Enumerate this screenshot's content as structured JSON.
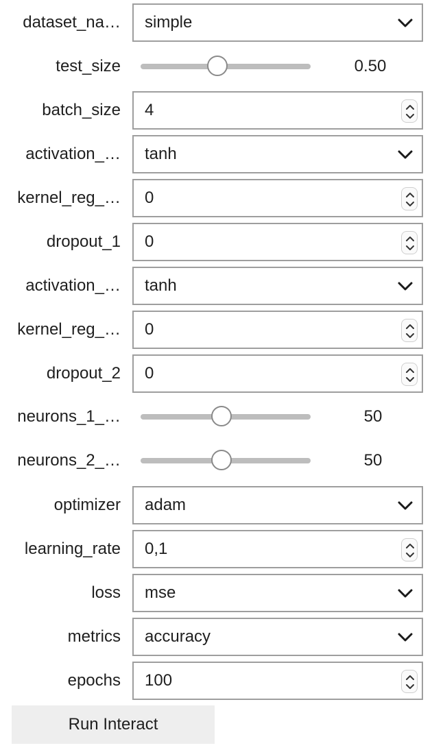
{
  "widgets": {
    "dataset_name": {
      "label": "dataset_na…",
      "value": "simple"
    },
    "test_size": {
      "label": "test_size",
      "value": 0.5,
      "display": "0.50"
    },
    "batch_size": {
      "label": "batch_size",
      "value": "4"
    },
    "activation_1": {
      "label": "activation_…",
      "value": "tanh"
    },
    "kernel_reg_1": {
      "label": "kernel_reg_…",
      "value": "0"
    },
    "dropout_1": {
      "label": "dropout_1",
      "value": "0"
    },
    "activation_2": {
      "label": "activation_…",
      "value": "tanh"
    },
    "kernel_reg_2": {
      "label": "kernel_reg_…",
      "value": "0"
    },
    "dropout_2": {
      "label": "dropout_2",
      "value": "0"
    },
    "neurons_1": {
      "label": "neurons_1_…",
      "value": 50,
      "display": "50"
    },
    "neurons_2": {
      "label": "neurons_2_…",
      "value": 50,
      "display": "50"
    },
    "optimizer": {
      "label": "optimizer",
      "value": "adam"
    },
    "learning_rate": {
      "label": "learning_rate",
      "value": "0,1"
    },
    "loss": {
      "label": "loss",
      "value": "mse"
    },
    "metrics": {
      "label": "metrics",
      "value": "accuracy"
    },
    "epochs": {
      "label": "epochs",
      "value": "100"
    }
  },
  "run_button": {
    "label": "Run Interact"
  },
  "icons": {
    "dropdown": "chevron-down-icon",
    "spinner": "spinner-arrows-icon"
  },
  "colors": {
    "border": "#9e9e9e",
    "track": "#bdbdbd",
    "button_bg": "#eeeeee",
    "text": "#1f1f1f"
  }
}
